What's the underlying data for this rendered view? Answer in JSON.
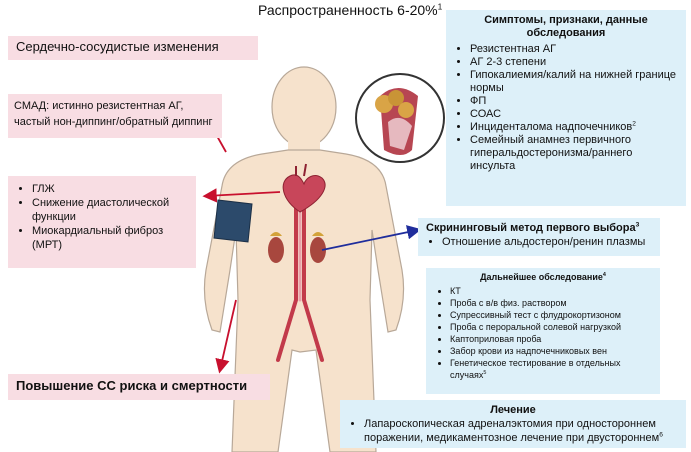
{
  "prevalence": {
    "text": "Распространенность 6-20%",
    "sup": "1"
  },
  "cardio_title": "Сердечно-сосудистые изменения",
  "abpm": {
    "line1": "СМАД: истинно резистентная АГ,",
    "line2": "частый нон-диппинг/обратный диппинг"
  },
  "heart_effects": [
    "ГЛЖ",
    "Снижение диастолической функции",
    "Миокардиальный фиброз (МРТ)"
  ],
  "risk_title": "Повышение СС риска и смертности",
  "symptoms": {
    "title": "Симптомы, признаки, данные обследования",
    "items": [
      {
        "text": "Резистентная АГ",
        "sup": ""
      },
      {
        "text": "АГ 2-3 степени",
        "sup": ""
      },
      {
        "text": "Гипокалиемия/калий на нижней границе нормы",
        "sup": ""
      },
      {
        "text": "ФП",
        "sup": ""
      },
      {
        "text": "СОАС",
        "sup": ""
      },
      {
        "text": "Инциденталома надпочечников",
        "sup": "2"
      },
      {
        "text": "Семейный анамнез первичного гиперальдостеронизма/раннего инсульта",
        "sup": ""
      }
    ]
  },
  "screening": {
    "title": "Скрининговый метод первого выбора",
    "sup": "3",
    "item": "Отношение альдостерон/ренин плазмы"
  },
  "further": {
    "title": "Дальнейшее обследование",
    "sup": "4",
    "items": [
      {
        "text": "КТ",
        "sup": ""
      },
      {
        "text": "Проба с в/в физ. раствором",
        "sup": ""
      },
      {
        "text": "Супрессивный тест с флудрокортизоном",
        "sup": ""
      },
      {
        "text": "Проба с пероральной солевой нагрузкой",
        "sup": ""
      },
      {
        "text": "Каптоприловая проба",
        "sup": ""
      },
      {
        "text": "Забор крови из надпочечниковых вен",
        "sup": ""
      },
      {
        "text": "Генетическое тестирование в отдельных случаях",
        "sup": "5"
      }
    ]
  },
  "treatment": {
    "title": "Лечение",
    "item": "Лапароскопическая адреналэктомия при одностороннем поражении, медикаментозное лечение при двустороннем",
    "sup": "6"
  },
  "colors": {
    "pink_box": "#f8dde3",
    "blue_box": "#ddf0f9",
    "body": "#f6e2cc",
    "arrow_red": "#c8102e",
    "arrow_blue": "#1f2d9c",
    "cuff": "#2c4a6b"
  },
  "icons": [
    "human-body-illustration",
    "heart-icon",
    "kidney-icon",
    "adrenal-gland-icon",
    "blood-pressure-cuff-icon",
    "magnifier-circle-icon"
  ]
}
